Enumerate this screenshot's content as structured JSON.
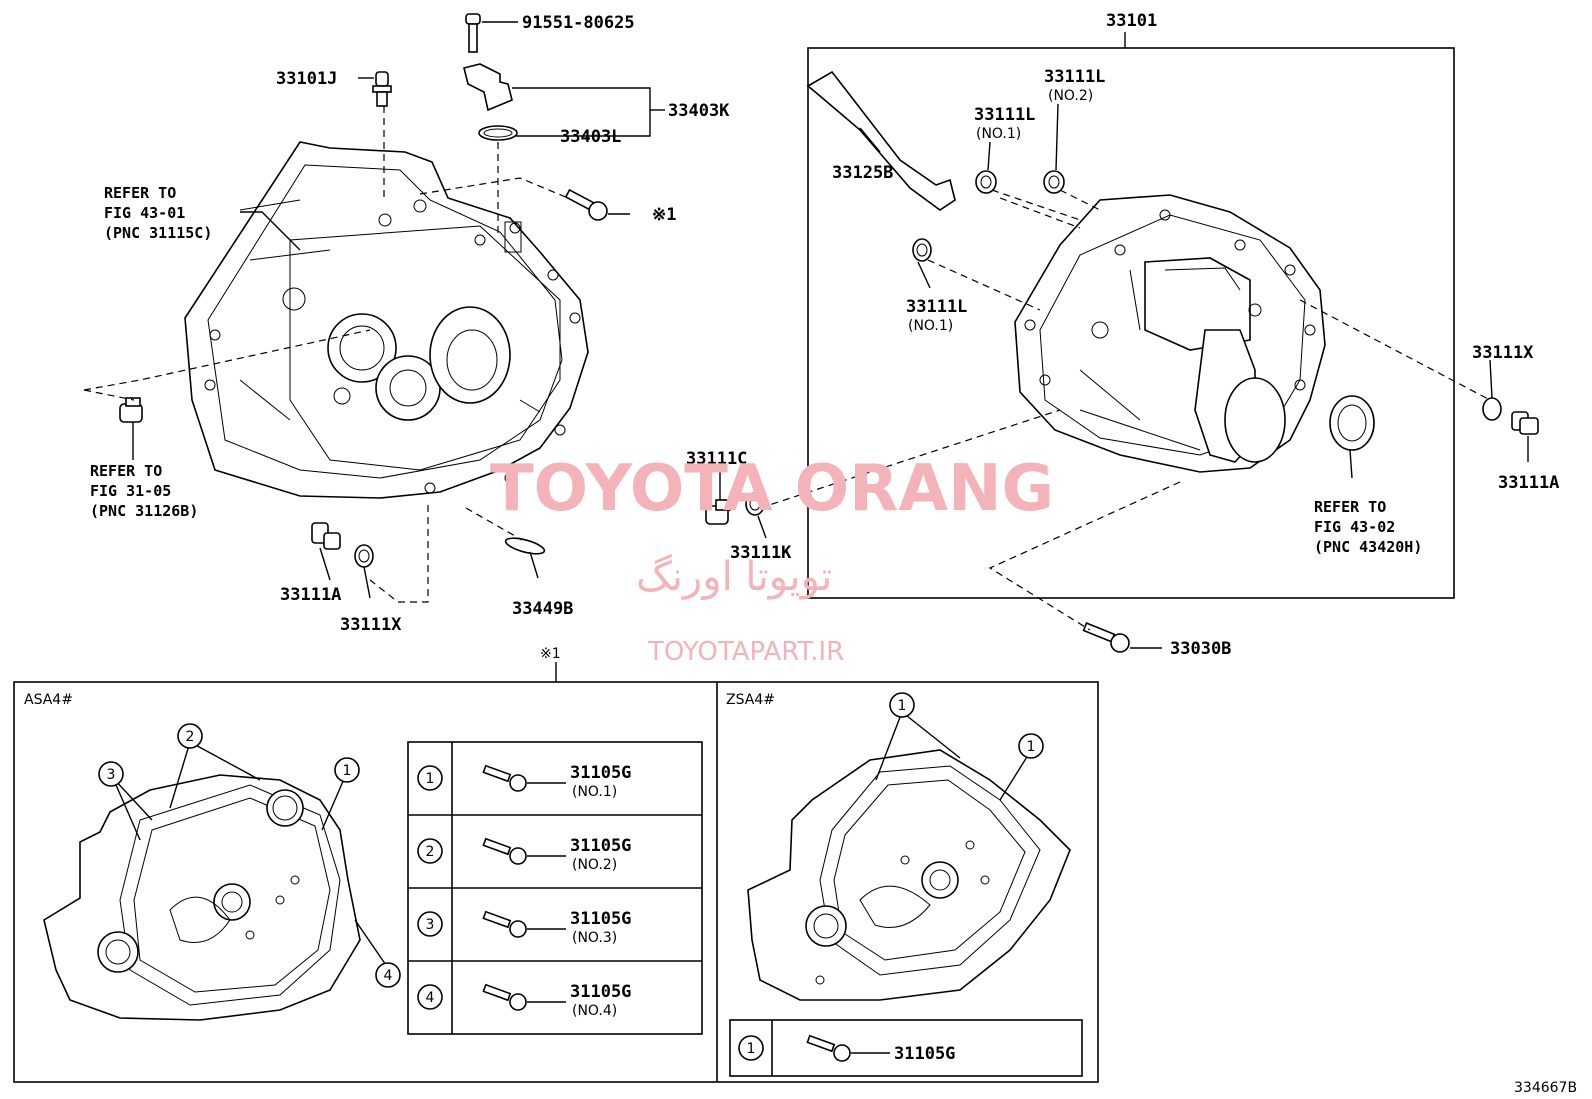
{
  "watermark": {
    "brand": "TOYOTA ORANG",
    "brand_fa": "تویوتا اورنگ",
    "site": "TOYOTAPART.IR"
  },
  "diagram_id": "334667B",
  "top_labels": {
    "p33101_top": "33101",
    "p91551": "91551-80625",
    "p33101J": "33101J",
    "p33403K": "33403K",
    "p33403L": "33403L",
    "note_mark1": "※1",
    "p33125B": "33125B",
    "p33111L_a": "33111L",
    "p33111L_a_sub": "(NO.1)",
    "p33111L_b": "33111L",
    "p33111L_b_sub": "(NO.2)",
    "p33111L_c": "33111L",
    "p33111L_c_sub": "(NO.1)",
    "p33111X_right": "33111X",
    "p33111A_right": "33111A",
    "p33111C": "33111C",
    "p33111K": "33111K",
    "p33111A_left": "33111A",
    "p33111X_left": "33111X",
    "p33449B": "33449B",
    "p33030B": "33030B"
  },
  "refer_notes": {
    "r1": [
      "REFER TO",
      "FIG 43-01",
      "(PNC 31115C)"
    ],
    "r2": [
      "REFER TO",
      "FIG 31-05",
      "(PNC 31126B)"
    ],
    "r3": [
      "REFER TO",
      "FIG 43-02",
      "(PNC 43420H)"
    ]
  },
  "detail_panel": {
    "mark": "※1",
    "left_title": "ASA4#",
    "right_title": "ZSA4#",
    "asa_callouts": [
      "1",
      "2",
      "3",
      "4"
    ],
    "asa_table": [
      {
        "num": "1",
        "part": "31105G",
        "sub": "(NO.1)"
      },
      {
        "num": "2",
        "part": "31105G",
        "sub": "(NO.2)"
      },
      {
        "num": "3",
        "part": "31105G",
        "sub": "(NO.3)"
      },
      {
        "num": "4",
        "part": "31105G",
        "sub": "(NO.4)"
      }
    ],
    "zsa_callouts": [
      "1",
      "1"
    ],
    "zsa_table": [
      {
        "num": "1",
        "part": "31105G"
      }
    ]
  }
}
